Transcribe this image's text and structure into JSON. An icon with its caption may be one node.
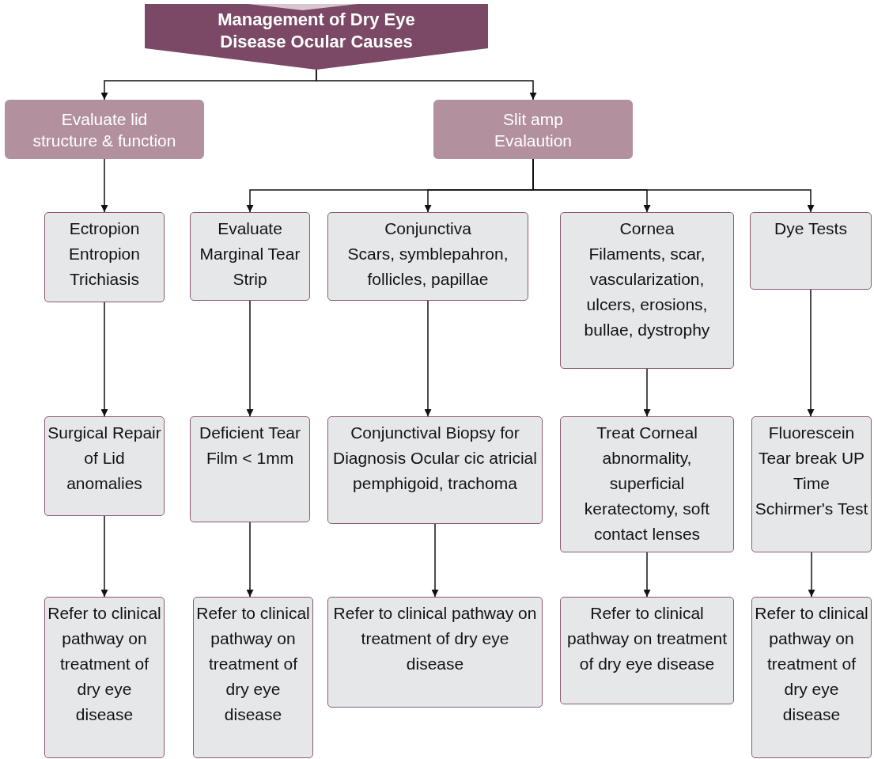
{
  "diagram": {
    "nodes": [
      {
        "text": [
          "Management of Dry Eye Disease Ocular Causes"
        ]
      },
      {
        "text": [
          "Evaluate lid structure & function"
        ]
      },
      {
        "text": [
          "Slit amp Evalaution"
        ]
      },
      {
        "text": [
          "Ectropion Entropion Trichiasis"
        ]
      },
      {
        "text": [
          "Evaluate Marginal Tear Strip"
        ]
      },
      {
        "text": [
          "Conjunctiva",
          "Scars, symblepahron, follicles, papillae"
        ]
      },
      {
        "text": [
          "Cornea",
          "Filaments, scar, vascularization, ulcers, erosions, bullae, dystrophy"
        ]
      },
      {
        "text": [
          "Dye Tests"
        ]
      },
      {
        "text": [
          "Surgical Repair of Lid anomalies"
        ]
      },
      {
        "text": [
          "Deficient Tear Film < 1mm"
        ]
      },
      {
        "text": [
          "Conjunctival Biopsy for Diagnosis Ocular cic atricial pemphigoid, trachoma"
        ]
      },
      {
        "text": [
          "Treat Corneal abnormality, superficial keratectomy, soft contact lenses"
        ]
      },
      {
        "text": [
          "Fluorescein Tear break UP Time Schirmer's Test"
        ]
      },
      {
        "text": [
          "Refer to clinical pathway on treatment of dry eye disease"
        ]
      },
      {
        "text": [
          "Refer to clinical pathway on treatment of dry eye disease"
        ]
      },
      {
        "text": [
          "Refer to clinical pathway on treatment of dry eye disease"
        ]
      },
      {
        "text": [
          "Refer to clinical pathway on treatment of dry eye disease"
        ]
      },
      {
        "text": [
          "Refer to clinical pathway on treatment of dry eye disease"
        ]
      }
    ],
    "edges": [
      {
        "from": 0,
        "to": 1,
        "arrow": "to"
      },
      {
        "from": 0,
        "to": 2,
        "arrow": "to"
      },
      {
        "from": 1,
        "to": 3,
        "arrow": "to"
      },
      {
        "from": 2,
        "to": 4,
        "arrow": "to"
      },
      {
        "from": 2,
        "to": 5,
        "arrow": "to"
      },
      {
        "from": 2,
        "to": 6,
        "arrow": "to"
      },
      {
        "from": 2,
        "to": 7,
        "arrow": "to"
      },
      {
        "from": 3,
        "to": 8,
        "arrow": "to"
      },
      {
        "from": 4,
        "to": 9,
        "arrow": "to"
      },
      {
        "from": 5,
        "to": 10,
        "arrow": "to"
      },
      {
        "from": 6,
        "to": 11,
        "arrow": "to"
      },
      {
        "from": 7,
        "to": 12,
        "arrow": "to"
      },
      {
        "from": 8,
        "to": 13,
        "arrow": "to"
      },
      {
        "from": 9,
        "to": 14,
        "arrow": "to"
      },
      {
        "from": 10,
        "to": 15,
        "arrow": "to"
      },
      {
        "from": 11,
        "to": 16,
        "arrow": "to"
      },
      {
        "from": 12,
        "to": 17,
        "arrow": "to"
      }
    ]
  }
}
